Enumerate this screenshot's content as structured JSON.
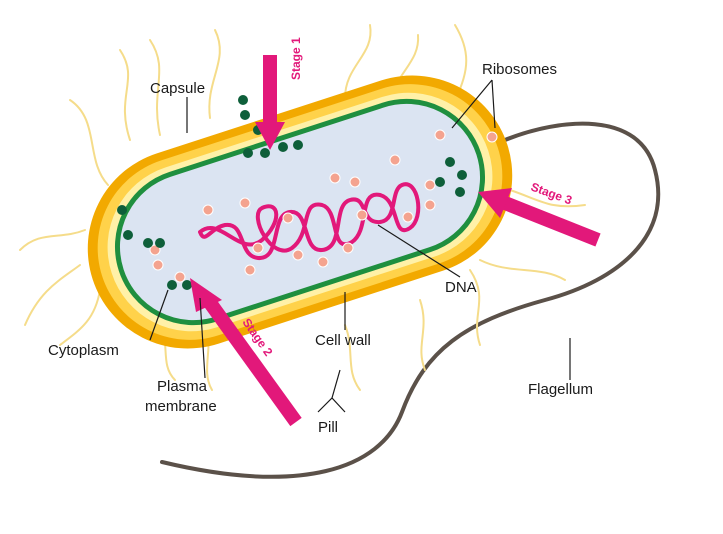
{
  "labels": {
    "capsule": "Capsule",
    "ribosomes": "Ribosomes",
    "cytoplasm": "Cytoplasm",
    "plasma_membrane_1": "Plasma",
    "plasma_membrane_2": "membrane",
    "cell_wall": "Cell wall",
    "pili": "Pill",
    "dna": "DNA",
    "flagellum": "Flagellum"
  },
  "stages": {
    "stage1": "Stage 1",
    "stage2": "Stage 2",
    "stage3": "Stage 3"
  },
  "colors": {
    "capsule_outer": "#f2a900",
    "capsule_inner": "#ffd24a",
    "cell_wall": "#fff1a8",
    "membrane": "#1f8f3f",
    "cytoplasm": "#dbe4f2",
    "dna": "#e2187a",
    "ribosome": "#f4a38f",
    "dark_dot": "#0e5f3a",
    "arrow": "#e2187a",
    "flagellum": "#5b5149",
    "pili": "#f5dc8a"
  }
}
